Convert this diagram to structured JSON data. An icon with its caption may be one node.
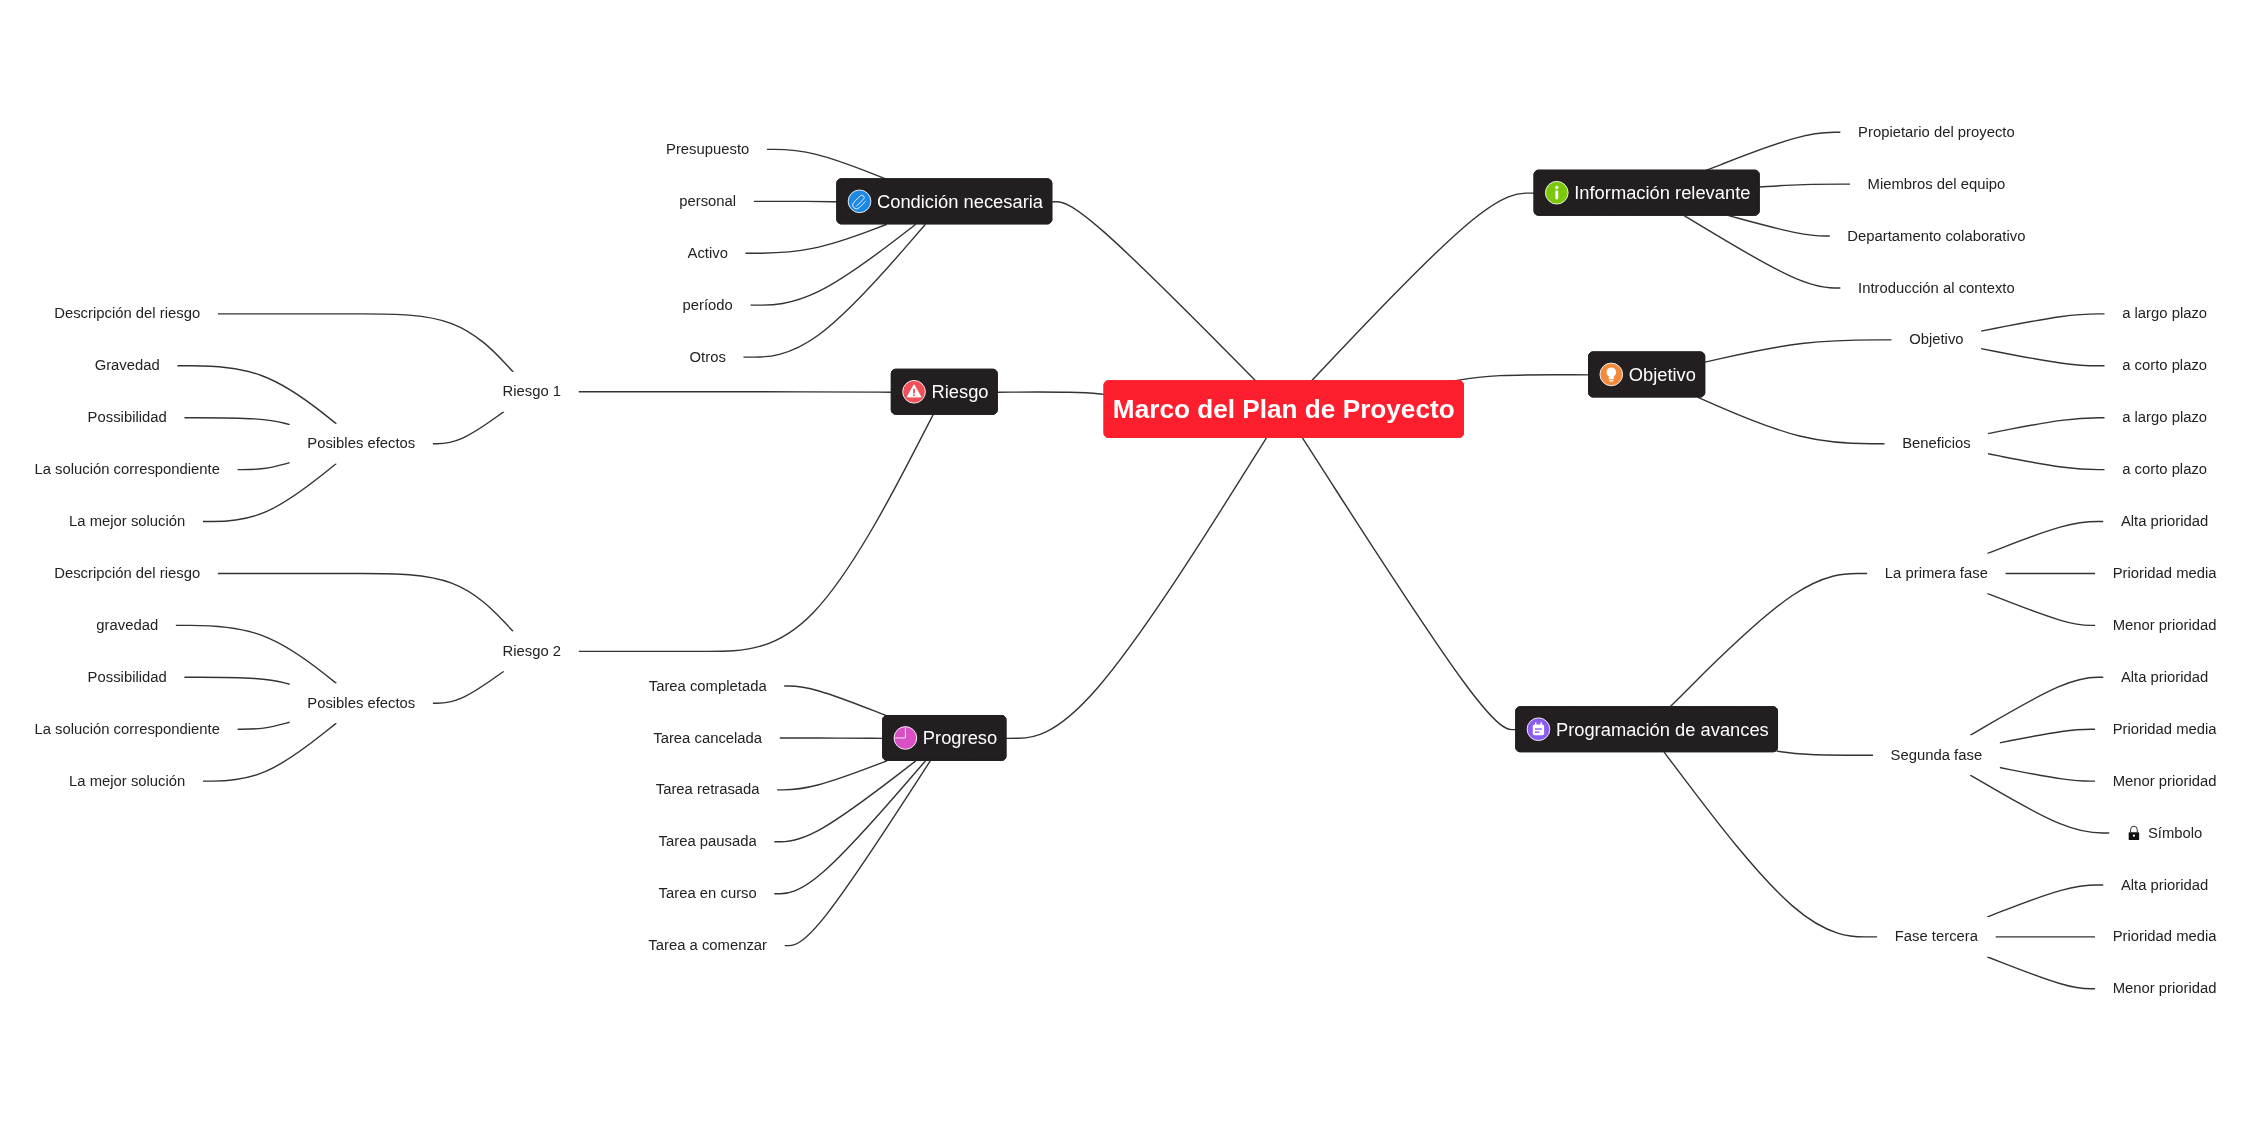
{
  "diagram": {
    "nodes": [
      {
        "text": [
          "Marco del Plan de Proyecto"
        ]
      },
      {
        "text": [
          "Condición necesaria"
        ]
      },
      {
        "text": [
          "Presupuesto"
        ]
      },
      {
        "text": [
          "personal"
        ]
      },
      {
        "text": [
          "Activo"
        ]
      },
      {
        "text": [
          "período"
        ]
      },
      {
        "text": [
          "Otros"
        ]
      },
      {
        "text": [
          "Riesgo"
        ]
      },
      {
        "text": [
          "Riesgo 1"
        ]
      },
      {
        "text": [
          "Descripción del riesgo"
        ]
      },
      {
        "text": [
          "Posibles efectos"
        ]
      },
      {
        "text": [
          "Gravedad"
        ]
      },
      {
        "text": [
          "Possibilidad"
        ]
      },
      {
        "text": [
          "La solución correspondiente"
        ]
      },
      {
        "text": [
          "La mejor solución"
        ]
      },
      {
        "text": [
          "Riesgo 2"
        ]
      },
      {
        "text": [
          "Descripción del riesgo"
        ]
      },
      {
        "text": [
          "Posibles efectos"
        ]
      },
      {
        "text": [
          "gravedad"
        ]
      },
      {
        "text": [
          "Possibilidad"
        ]
      },
      {
        "text": [
          "La solución correspondiente"
        ]
      },
      {
        "text": [
          "La mejor solución"
        ]
      },
      {
        "text": [
          "Progreso"
        ]
      },
      {
        "text": [
          "Tarea completada"
        ]
      },
      {
        "text": [
          "Tarea cancelada"
        ]
      },
      {
        "text": [
          "Tarea retrasada"
        ]
      },
      {
        "text": [
          "Tarea pausada"
        ]
      },
      {
        "text": [
          "Tarea en curso"
        ]
      },
      {
        "text": [
          "Tarea a comenzar"
        ]
      },
      {
        "text": [
          "Información relevante"
        ]
      },
      {
        "text": [
          "Propietario del proyecto"
        ]
      },
      {
        "text": [
          "Miembros del equipo"
        ]
      },
      {
        "text": [
          "Departamento colaborativo"
        ]
      },
      {
        "text": [
          "Introducción al contexto"
        ]
      },
      {
        "text": [
          "Objetivo"
        ]
      },
      {
        "text": [
          "Objetivo"
        ]
      },
      {
        "text": [
          "a largo plazo"
        ]
      },
      {
        "text": [
          "a corto plazo"
        ]
      },
      {
        "text": [
          "Beneficios"
        ]
      },
      {
        "text": [
          "a largo plazo"
        ]
      },
      {
        "text": [
          "a corto plazo"
        ]
      },
      {
        "text": [
          "Programación de avances"
        ]
      },
      {
        "text": [
          "La primera fase"
        ]
      },
      {
        "text": [
          "Alta prioridad"
        ]
      },
      {
        "text": [
          "Prioridad media"
        ]
      },
      {
        "text": [
          "Menor prioridad"
        ]
      },
      {
        "text": [
          "Segunda fase"
        ]
      },
      {
        "text": [
          "Alta prioridad"
        ]
      },
      {
        "text": [
          "Prioridad media"
        ]
      },
      {
        "text": [
          "Menor prioridad"
        ]
      },
      {
        "text": [
          "Símbolo"
        ]
      },
      {
        "text": [
          "Fase tercera"
        ]
      },
      {
        "text": [
          "Alta prioridad"
        ]
      },
      {
        "text": [
          "Prioridad media"
        ]
      },
      {
        "text": [
          "Menor prioridad"
        ]
      }
    ],
    "edges": [
      {
        "from": 1,
        "to": 0,
        "arrow": "none"
      },
      {
        "from": 2,
        "to": 1,
        "arrow": "none"
      },
      {
        "from": 3,
        "to": 1,
        "arrow": "none"
      },
      {
        "from": 4,
        "to": 1,
        "arrow": "none"
      },
      {
        "from": 5,
        "to": 1,
        "arrow": "none"
      },
      {
        "from": 6,
        "to": 1,
        "arrow": "none"
      },
      {
        "from": 7,
        "to": 0,
        "arrow": "none"
      },
      {
        "from": 8,
        "to": 7,
        "arrow": "none"
      },
      {
        "from": 9,
        "to": 8,
        "arrow": "none"
      },
      {
        "from": 10,
        "to": 8,
        "arrow": "none"
      },
      {
        "from": 11,
        "to": 10,
        "arrow": "none"
      },
      {
        "from": 12,
        "to": 10,
        "arrow": "none"
      },
      {
        "from": 13,
        "to": 10,
        "arrow": "none"
      },
      {
        "from": 14,
        "to": 10,
        "arrow": "none"
      },
      {
        "from": 15,
        "to": 7,
        "arrow": "none"
      },
      {
        "from": 16,
        "to": 15,
        "arrow": "none"
      },
      {
        "from": 17,
        "to": 15,
        "arrow": "none"
      },
      {
        "from": 18,
        "to": 17,
        "arrow": "none"
      },
      {
        "from": 19,
        "to": 17,
        "arrow": "none"
      },
      {
        "from": 20,
        "to": 17,
        "arrow": "none"
      },
      {
        "from": 21,
        "to": 17,
        "arrow": "none"
      },
      {
        "from": 22,
        "to": 0,
        "arrow": "none"
      },
      {
        "from": 23,
        "to": 22,
        "arrow": "none"
      },
      {
        "from": 24,
        "to": 22,
        "arrow": "none"
      },
      {
        "from": 25,
        "to": 22,
        "arrow": "none"
      },
      {
        "from": 26,
        "to": 22,
        "arrow": "none"
      },
      {
        "from": 27,
        "to": 22,
        "arrow": "none"
      },
      {
        "from": 28,
        "to": 22,
        "arrow": "none"
      },
      {
        "from": 0,
        "to": 29,
        "arrow": "none"
      },
      {
        "from": 29,
        "to": 30,
        "arrow": "none"
      },
      {
        "from": 29,
        "to": 31,
        "arrow": "none"
      },
      {
        "from": 29,
        "to": 32,
        "arrow": "none"
      },
      {
        "from": 29,
        "to": 33,
        "arrow": "none"
      },
      {
        "from": 0,
        "to": 34,
        "arrow": "none"
      },
      {
        "from": 34,
        "to": 35,
        "arrow": "none"
      },
      {
        "from": 35,
        "to": 36,
        "arrow": "none"
      },
      {
        "from": 35,
        "to": 37,
        "arrow": "none"
      },
      {
        "from": 34,
        "to": 38,
        "arrow": "none"
      },
      {
        "from": 38,
        "to": 39,
        "arrow": "none"
      },
      {
        "from": 38,
        "to": 40,
        "arrow": "none"
      },
      {
        "from": 0,
        "to": 41,
        "arrow": "none"
      },
      {
        "from": 41,
        "to": 42,
        "arrow": "none"
      },
      {
        "from": 42,
        "to": 43,
        "arrow": "none"
      },
      {
        "from": 42,
        "to": 44,
        "arrow": "none"
      },
      {
        "from": 42,
        "to": 45,
        "arrow": "none"
      },
      {
        "from": 41,
        "to": 46,
        "arrow": "none"
      },
      {
        "from": 46,
        "to": 47,
        "arrow": "none"
      },
      {
        "from": 46,
        "to": 48,
        "arrow": "none"
      },
      {
        "from": 46,
        "to": 49,
        "arrow": "none"
      },
      {
        "from": 46,
        "to": 50,
        "arrow": "none"
      },
      {
        "from": 41,
        "to": 51,
        "arrow": "none"
      },
      {
        "from": 51,
        "to": 52,
        "arrow": "none"
      },
      {
        "from": 51,
        "to": 53,
        "arrow": "none"
      },
      {
        "from": 51,
        "to": 54,
        "arrow": "none"
      }
    ]
  }
}
